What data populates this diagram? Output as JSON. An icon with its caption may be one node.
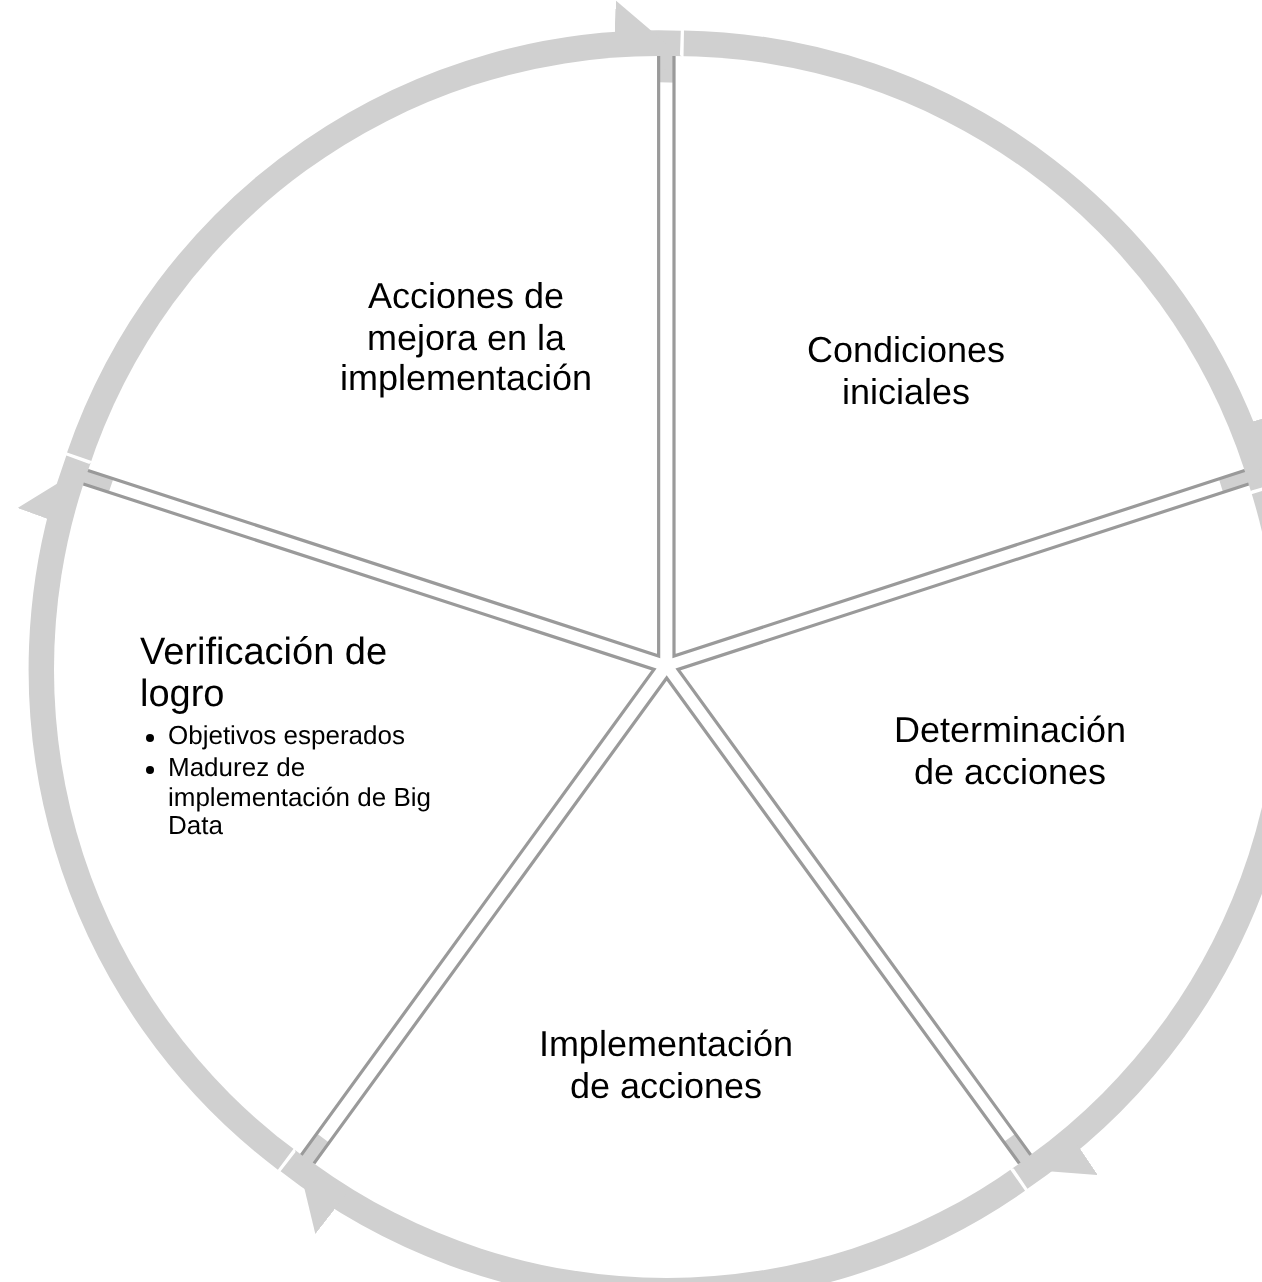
{
  "diagram": {
    "nodes": [
      {
        "text": [
          "Acciones de mejora en la implementación"
        ]
      },
      {
        "text": [
          "Condiciones iniciales"
        ]
      },
      {
        "text": [
          "Verificación de logro",
          "Objetivos esperados",
          "Madurez de implementación de Big Data"
        ]
      },
      {
        "text": [
          "Determinación de acciones"
        ]
      },
      {
        "text": [
          "Implementación de acciones"
        ]
      }
    ],
    "edges": [
      {
        "from": 1,
        "to": 3,
        "arrow": "to"
      },
      {
        "from": 3,
        "to": 4,
        "arrow": "to"
      },
      {
        "from": 4,
        "to": 2,
        "arrow": "to"
      },
      {
        "from": 2,
        "to": 0,
        "arrow": "to"
      },
      {
        "from": 0,
        "to": 1,
        "arrow": "to"
      }
    ]
  }
}
